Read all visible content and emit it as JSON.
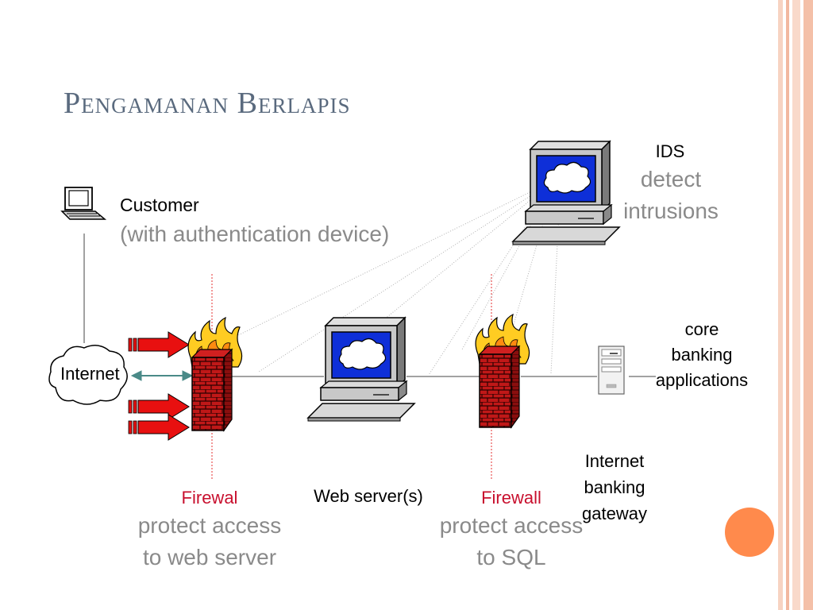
{
  "slide": {
    "title": "Pengamanan Berlapis",
    "colors": {
      "title": "#5a6a7e",
      "accent": "#ff8a4c",
      "frame": "#f6c8b4",
      "firewall_label": "#c8102e",
      "caption_gray": "#8a8a8a"
    }
  },
  "nodes": {
    "customer": {
      "label": "Customer",
      "note": "(with authentication device)",
      "icon": "laptop-icon"
    },
    "internet": {
      "label": "Internet",
      "icon": "cloud-icon"
    },
    "firewall_1": {
      "label": "Firewal",
      "note_line1": "protect access",
      "note_line2": "to web server",
      "icon": "burning-firewall-icon"
    },
    "web_server": {
      "label": "Web server(s)",
      "icon": "desktop-computer-icon"
    },
    "firewall_2": {
      "label": "Firewall",
      "note_line1": "protect access",
      "note_line2": "to SQL",
      "icon": "burning-firewall-icon"
    },
    "ids": {
      "label": "IDS",
      "note_line1": "detect",
      "note_line2": "intrusions",
      "icon": "desktop-computer-icon"
    },
    "core_banking": {
      "line1": "core",
      "line2": "banking",
      "line3": "applications",
      "icon": "tower-server-icon"
    },
    "gateway": {
      "line1": "Internet",
      "line2": "banking",
      "line3": "gateway"
    }
  }
}
